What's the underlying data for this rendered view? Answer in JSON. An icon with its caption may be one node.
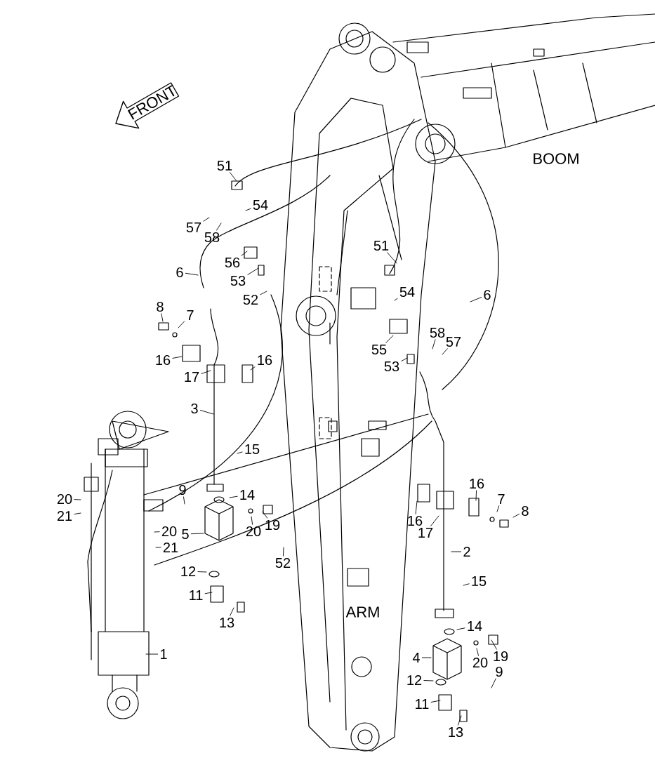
{
  "diagram": {
    "nodes": [
      {
        "text": [
          "51"
        ]
      },
      {
        "text": [
          "54"
        ]
      },
      {
        "text": [
          "57"
        ]
      },
      {
        "text": [
          "58"
        ]
      },
      {
        "text": [
          "51"
        ]
      },
      {
        "text": [
          "56"
        ]
      },
      {
        "text": [
          "6"
        ]
      },
      {
        "text": [
          "53"
        ]
      },
      {
        "text": [
          "54"
        ]
      },
      {
        "text": [
          "6"
        ]
      },
      {
        "text": [
          "52"
        ]
      },
      {
        "text": [
          "8"
        ]
      },
      {
        "text": [
          "7"
        ]
      },
      {
        "text": [
          "58"
        ]
      },
      {
        "text": [
          "57"
        ]
      },
      {
        "text": [
          "55"
        ]
      },
      {
        "text": [
          "16"
        ]
      },
      {
        "text": [
          "16"
        ]
      },
      {
        "text": [
          "53"
        ]
      },
      {
        "text": [
          "17"
        ]
      },
      {
        "text": [
          "3"
        ]
      },
      {
        "text": [
          "15"
        ]
      },
      {
        "text": [
          "16"
        ]
      },
      {
        "text": [
          "9"
        ]
      },
      {
        "text": [
          "14"
        ]
      },
      {
        "text": [
          "20"
        ]
      },
      {
        "text": [
          "7"
        ]
      },
      {
        "text": [
          "8"
        ]
      },
      {
        "text": [
          "21"
        ]
      },
      {
        "text": [
          "16"
        ]
      },
      {
        "text": [
          "19"
        ]
      },
      {
        "text": [
          "20"
        ]
      },
      {
        "text": [
          "20"
        ]
      },
      {
        "text": [
          "17"
        ]
      },
      {
        "text": [
          "5"
        ]
      },
      {
        "text": [
          "21"
        ]
      },
      {
        "text": [
          "2"
        ]
      },
      {
        "text": [
          "52"
        ]
      },
      {
        "text": [
          "12"
        ]
      },
      {
        "text": [
          "15"
        ]
      },
      {
        "text": [
          "11"
        ]
      },
      {
        "text": [
          "13"
        ]
      },
      {
        "text": [
          "14"
        ]
      },
      {
        "text": [
          "1"
        ]
      },
      {
        "text": [
          "19"
        ]
      },
      {
        "text": [
          "4"
        ]
      },
      {
        "text": [
          "20"
        ]
      },
      {
        "text": [
          "9"
        ]
      },
      {
        "text": [
          "12"
        ]
      },
      {
        "text": [
          "11"
        ]
      },
      {
        "text": [
          "13"
        ]
      }
    ],
    "edges": [
      {
        "from": 0,
        "to": null,
        "arrow": "none"
      },
      {
        "from": 1,
        "to": null,
        "arrow": "none"
      },
      {
        "from": 2,
        "to": null,
        "arrow": "none"
      },
      {
        "from": 3,
        "to": null,
        "arrow": "none"
      },
      {
        "from": 4,
        "to": null,
        "arrow": "none"
      },
      {
        "from": 5,
        "to": null,
        "arrow": "none"
      },
      {
        "from": 6,
        "to": null,
        "arrow": "none"
      },
      {
        "from": 7,
        "to": null,
        "arrow": "none"
      },
      {
        "from": 8,
        "to": null,
        "arrow": "none"
      },
      {
        "from": 9,
        "to": null,
        "arrow": "none"
      },
      {
        "from": 10,
        "to": null,
        "arrow": "none"
      },
      {
        "from": 11,
        "to": null,
        "arrow": "none"
      },
      {
        "from": 12,
        "to": null,
        "arrow": "none"
      },
      {
        "from": 13,
        "to": null,
        "arrow": "none"
      },
      {
        "from": 14,
        "to": null,
        "arrow": "none"
      },
      {
        "from": 15,
        "to": null,
        "arrow": "none"
      },
      {
        "from": 16,
        "to": null,
        "arrow": "none"
      },
      {
        "from": 17,
        "to": null,
        "arrow": "none"
      },
      {
        "from": 18,
        "to": null,
        "arrow": "none"
      },
      {
        "from": 19,
        "to": null,
        "arrow": "none"
      },
      {
        "from": 20,
        "to": null,
        "arrow": "none"
      },
      {
        "from": 21,
        "to": null,
        "arrow": "none"
      },
      {
        "from": 22,
        "to": null,
        "arrow": "none"
      },
      {
        "from": 23,
        "to": null,
        "arrow": "none"
      },
      {
        "from": 24,
        "to": null,
        "arrow": "none"
      },
      {
        "from": 25,
        "to": null,
        "arrow": "none"
      },
      {
        "from": 26,
        "to": null,
        "arrow": "none"
      },
      {
        "from": 27,
        "to": null,
        "arrow": "none"
      },
      {
        "from": 28,
        "to": null,
        "arrow": "none"
      },
      {
        "from": 29,
        "to": null,
        "arrow": "none"
      },
      {
        "from": 30,
        "to": null,
        "arrow": "none"
      },
      {
        "from": 31,
        "to": null,
        "arrow": "none"
      },
      {
        "from": 32,
        "to": null,
        "arrow": "none"
      },
      {
        "from": 33,
        "to": null,
        "arrow": "none"
      },
      {
        "from": 34,
        "to": null,
        "arrow": "none"
      },
      {
        "from": 35,
        "to": null,
        "arrow": "none"
      },
      {
        "from": 36,
        "to": null,
        "arrow": "none"
      },
      {
        "from": 37,
        "to": null,
        "arrow": "none"
      },
      {
        "from": 38,
        "to": null,
        "arrow": "none"
      },
      {
        "from": 39,
        "to": null,
        "arrow": "none"
      },
      {
        "from": 40,
        "to": null,
        "arrow": "none"
      },
      {
        "from": 41,
        "to": null,
        "arrow": "none"
      },
      {
        "from": 42,
        "to": null,
        "arrow": "none"
      },
      {
        "from": 43,
        "to": null,
        "arrow": "none"
      },
      {
        "from": 44,
        "to": null,
        "arrow": "none"
      },
      {
        "from": 45,
        "to": null,
        "arrow": "none"
      },
      {
        "from": 46,
        "to": null,
        "arrow": "none"
      },
      {
        "from": 47,
        "to": null,
        "arrow": "none"
      },
      {
        "from": 48,
        "to": null,
        "arrow": "none"
      },
      {
        "from": 49,
        "to": null,
        "arrow": "none"
      },
      {
        "from": 50,
        "to": null,
        "arrow": "none"
      }
    ],
    "labels": [
      "FRONT",
      "BOOM",
      "ARM"
    ]
  }
}
